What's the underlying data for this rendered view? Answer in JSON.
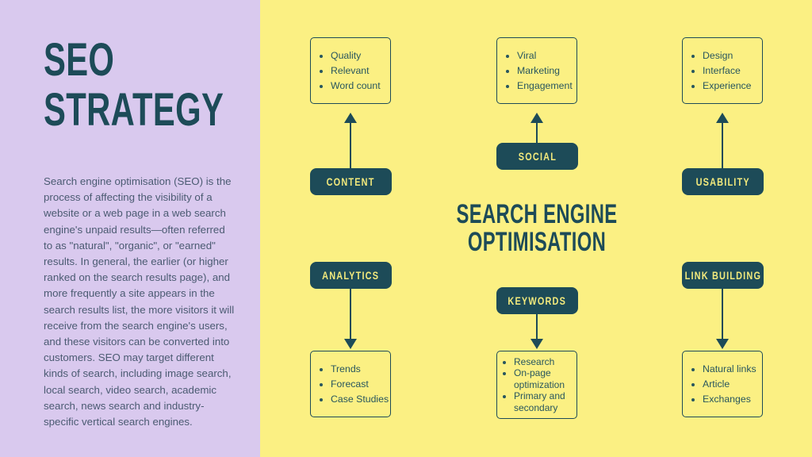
{
  "sidebar": {
    "title_line1": "SEO",
    "title_line2": "STRATEGY",
    "paragraph": "Search engine optimisation (SEO) is the process of affecting the visibility of a website or a web page in a web search engine's unpaid results—often referred to as \"natural\", \"organic\", or \"earned\" results. In general, the earlier (or higher ranked on the search results page), and more frequently a site appears in the search results list, the more visitors it will receive from the search engine's users, and these visitors can be converted into customers. SEO may target different kinds of search, including image search, local search, video search, academic search, news search and industry-specific vertical search engines."
  },
  "main": {
    "title_line1": "SEARCH ENGINE",
    "title_line2": "OPTIMISATION",
    "top": [
      {
        "label": "CONTENT",
        "items": [
          "Quality",
          "Relevant",
          "Word count"
        ]
      },
      {
        "label": "SOCIAL",
        "items": [
          "Viral",
          "Marketing",
          "Engagement"
        ]
      },
      {
        "label": "USABILITY",
        "items": [
          "Design",
          "Interface",
          "Experience"
        ]
      }
    ],
    "bottom": [
      {
        "label": "ANALYTICS",
        "items": [
          "Trends",
          "Forecast",
          "Case Studies"
        ]
      },
      {
        "label": "KEYWORDS",
        "items": [
          "Research",
          "On-page optimization",
          "Primary and secondary"
        ]
      },
      {
        "label": "LINK BUILDING",
        "items": [
          "Natural links",
          "Article",
          "Exchanges"
        ]
      }
    ]
  },
  "colors": {
    "sidebar_bg": "#d9c9ee",
    "main_bg": "#fbf083",
    "teal": "#1d4b58",
    "pill_text": "#f2e97c",
    "item_text": "#28565e",
    "paragraph_text": "#4b5b72"
  }
}
